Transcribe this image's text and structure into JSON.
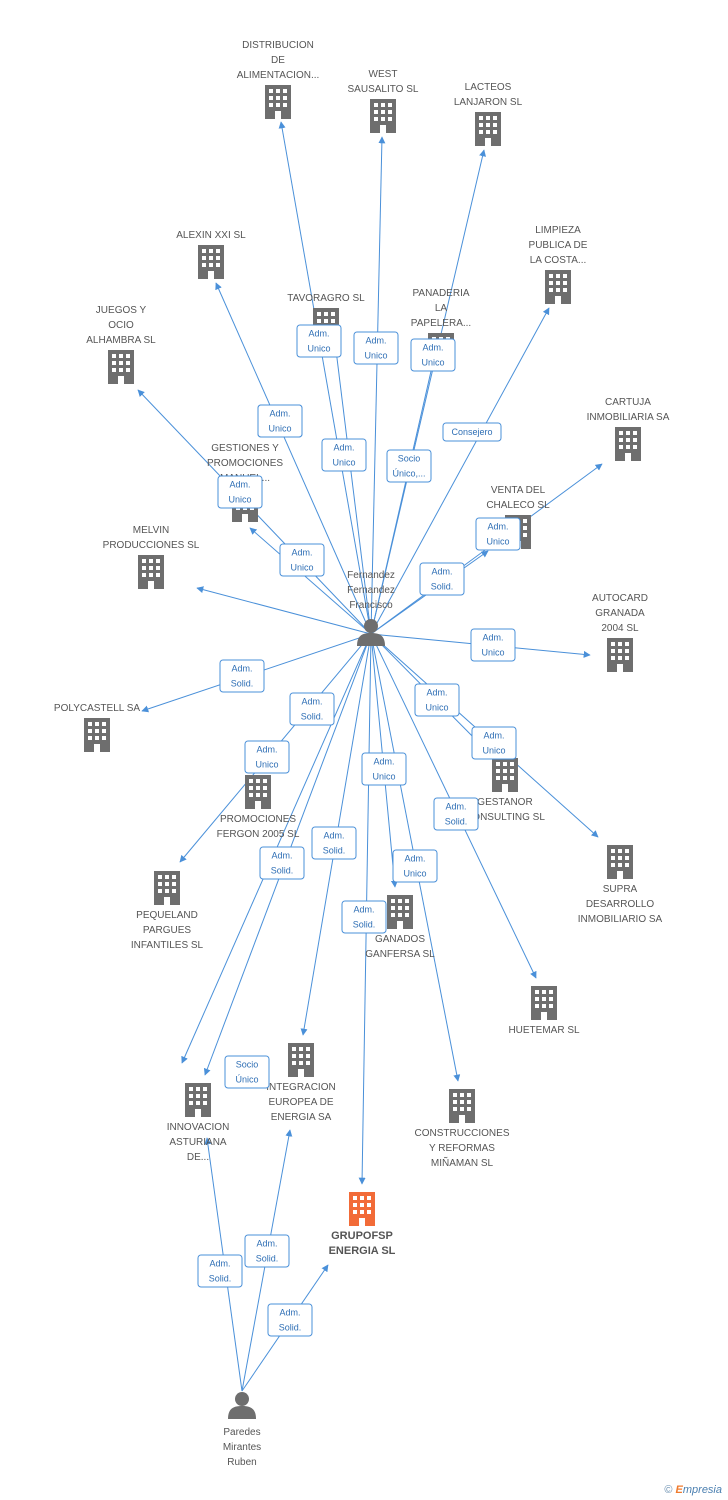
{
  "colors": {
    "edge": "#4a90d9",
    "building": "#6e6e6e",
    "focus_building": "#f26b38",
    "person": "#6e6e6e"
  },
  "footer": {
    "copyright": "©",
    "brand_first": "E",
    "brand_rest": "mpresia"
  },
  "persons": [
    {
      "id": "p1",
      "label": [
        "Fernandez",
        "Fernandez",
        "Francisco"
      ]
    },
    {
      "id": "p2",
      "label": [
        "Paredes",
        "Mirantes",
        "Ruben"
      ]
    }
  ],
  "companies": [
    {
      "id": "distribucion",
      "label": [
        "DISTRIBUCION",
        "DE",
        "ALIMENTACION..."
      ]
    },
    {
      "id": "west",
      "label": [
        "WEST",
        "SAUSALITO SL"
      ]
    },
    {
      "id": "lacteos",
      "label": [
        "LACTEOS",
        "LANJARON  SL"
      ]
    },
    {
      "id": "alexin",
      "label": [
        "ALEXIN XXI SL"
      ]
    },
    {
      "id": "tavoragro",
      "label": [
        "TAVORAGRO SL"
      ]
    },
    {
      "id": "panaderia",
      "label": [
        "PANADERIA",
        "LA",
        "PAPELERA..."
      ]
    },
    {
      "id": "limpieza",
      "label": [
        "LIMPIEZA",
        "PUBLICA DE",
        "LA COSTA..."
      ]
    },
    {
      "id": "juegos",
      "label": [
        "JUEGOS Y",
        "OCIO",
        "ALHAMBRA SL"
      ]
    },
    {
      "id": "cartuja",
      "label": [
        "CARTUJA",
        "INMOBILIARIA SA"
      ]
    },
    {
      "id": "gestiones",
      "label": [
        "GESTIONES Y",
        "PROMOCIONES",
        "MANUEL..."
      ]
    },
    {
      "id": "venta",
      "label": [
        "VENTA DEL",
        "CHALECO SL"
      ]
    },
    {
      "id": "melvin",
      "label": [
        "MELVIN",
        "PRODUCCIONES SL"
      ]
    },
    {
      "id": "autocard",
      "label": [
        "AUTOCARD",
        "GRANADA",
        "2004 SL"
      ]
    },
    {
      "id": "polycastell",
      "label": [
        "POLYCASTELL SA"
      ]
    },
    {
      "id": "gestanor",
      "label": [
        "GESTANOR",
        "CONSULTING SL"
      ]
    },
    {
      "id": "fergon",
      "label": [
        "PROMOCIONES",
        "FERGON 2005 SL"
      ]
    },
    {
      "id": "supra",
      "label": [
        "SUPRA",
        "DESARROLLO",
        "INMOBILIARIO SA"
      ]
    },
    {
      "id": "pequeland",
      "label": [
        "PEQUELAND",
        "PARGUES",
        "INFANTILES SL"
      ]
    },
    {
      "id": "ganados",
      "label": [
        "GANADOS",
        "GANFERSA SL"
      ]
    },
    {
      "id": "huetemar",
      "label": [
        "HUETEMAR SL"
      ]
    },
    {
      "id": "integracion",
      "label": [
        "INTEGRACION",
        "EUROPEA DE",
        "ENERGIA SA"
      ]
    },
    {
      "id": "construcciones",
      "label": [
        "CONSTRUCCIONES",
        "Y REFORMAS",
        "MIÑAMAN SL"
      ]
    },
    {
      "id": "innovacion",
      "label": [
        "INNOVACION",
        "ASTURIANA",
        "DE..."
      ]
    },
    {
      "id": "grupofsp",
      "label": [
        "GRUPOFSP",
        "ENERGIA SL"
      ],
      "focus": true
    }
  ],
  "edges": [
    {
      "from": "p1",
      "to": "distribucion",
      "label": [
        "Adm.",
        "Unico"
      ]
    },
    {
      "from": "p1",
      "to": "west",
      "label": [
        "Adm.",
        "Unico"
      ]
    },
    {
      "from": "p1",
      "to": "lacteos",
      "label": [
        "Adm.",
        "Unico"
      ]
    },
    {
      "from": "p1",
      "to": "alexin",
      "label": [
        "Adm.",
        "Unico"
      ]
    },
    {
      "from": "p1",
      "to": "tavoragro",
      "label": [
        "Adm.",
        "Unico"
      ]
    },
    {
      "from": "p1",
      "to": "panaderia",
      "label": [
        "Socio",
        "Único,..."
      ]
    },
    {
      "from": "p1",
      "to": "limpieza",
      "label": [
        "Consejero"
      ]
    },
    {
      "from": "p1",
      "to": "juegos",
      "label": [
        "Adm.",
        "Unico"
      ]
    },
    {
      "from": "p1",
      "to": "cartuja",
      "label": [
        "Adm.",
        "Unico"
      ]
    },
    {
      "from": "p1",
      "to": "gestiones",
      "label": [
        "Adm.",
        "Unico"
      ]
    },
    {
      "from": "p1",
      "to": "venta",
      "label": [
        "Adm.",
        "Solid."
      ]
    },
    {
      "from": "p1",
      "to": "melvin",
      "label": [
        "Adm.",
        "Unico"
      ]
    },
    {
      "from": "p1",
      "to": "autocard",
      "label": [
        "Adm.",
        "Unico"
      ]
    },
    {
      "from": "p1",
      "to": "polycastell",
      "label": [
        "Adm.",
        "Solid."
      ]
    },
    {
      "from": "p1",
      "to": "gestanor",
      "label": [
        "Adm.",
        "Unico"
      ]
    },
    {
      "from": "p1",
      "to": "fergon",
      "label": [
        "Adm.",
        "Unico"
      ]
    },
    {
      "from": "p1",
      "to": "supra",
      "label": [
        "Adm.",
        "Unico"
      ]
    },
    {
      "from": "p1",
      "to": "pequeland",
      "label": [
        "Adm.",
        "Solid."
      ]
    },
    {
      "from": "p1",
      "to": "ganados",
      "label": [
        "Adm.",
        "Unico"
      ]
    },
    {
      "from": "p1",
      "to": "huetemar",
      "label": [
        "Adm.",
        "Solid."
      ]
    },
    {
      "from": "p1",
      "to": "integracion",
      "label": [
        "Adm.",
        "Solid."
      ]
    },
    {
      "from": "p1",
      "to": "construcciones",
      "label": [
        "Adm.",
        "Unico"
      ]
    },
    {
      "from": "p1",
      "to": "innovacion",
      "label": [
        "Adm.",
        "Solid."
      ]
    },
    {
      "from": "p1",
      "to": "grupofsp",
      "label": [
        "Adm.",
        "Solid."
      ]
    },
    {
      "from": "p2",
      "to": "innovacion",
      "label": [
        "Adm.",
        "Solid."
      ]
    },
    {
      "from": "p2",
      "to": "integracion",
      "label": [
        "Adm.",
        "Solid."
      ]
    },
    {
      "from": "p2",
      "to": "grupofsp",
      "label": [
        "Adm.",
        "Solid."
      ]
    },
    {
      "from": "p2",
      "to": "integracion",
      "label": [
        "Socio",
        "Único"
      ],
      "label_only": true
    }
  ]
}
